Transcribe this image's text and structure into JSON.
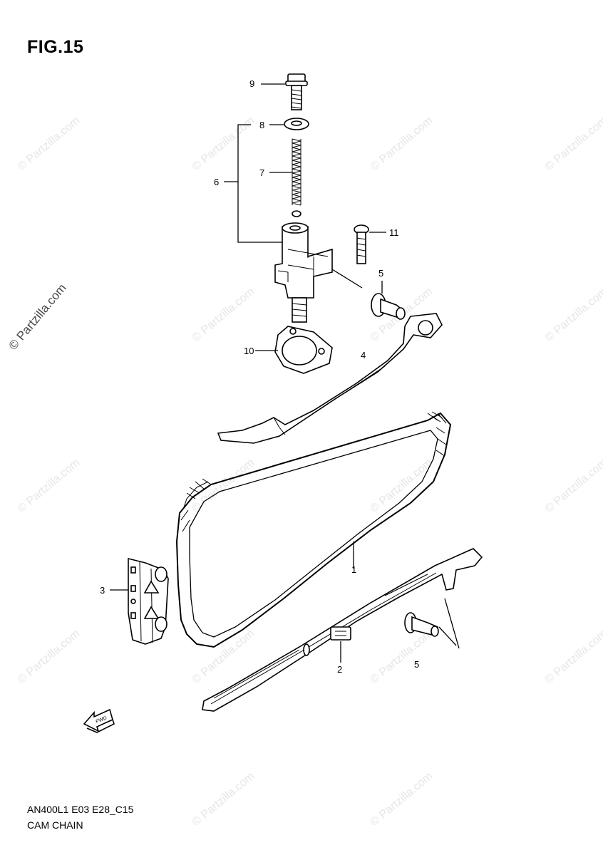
{
  "figure": {
    "title": "FIG.15",
    "code": "AN400L1 E03 E28_C15",
    "name": "CAM CHAIN"
  },
  "watermark": {
    "text": "© Partzilla.com"
  },
  "fwd_label": "FWD",
  "callouts": [
    {
      "id": "c1",
      "label": "1"
    },
    {
      "id": "c2",
      "label": "2"
    },
    {
      "id": "c3",
      "label": "3"
    },
    {
      "id": "c4",
      "label": "4"
    },
    {
      "id": "c5a",
      "label": "5"
    },
    {
      "id": "c5b",
      "label": "5"
    },
    {
      "id": "c6",
      "label": "6"
    },
    {
      "id": "c7",
      "label": "7"
    },
    {
      "id": "c8",
      "label": "8"
    },
    {
      "id": "c9",
      "label": "9"
    },
    {
      "id": "c10",
      "label": "10"
    },
    {
      "id": "c11",
      "label": "11"
    }
  ]
}
